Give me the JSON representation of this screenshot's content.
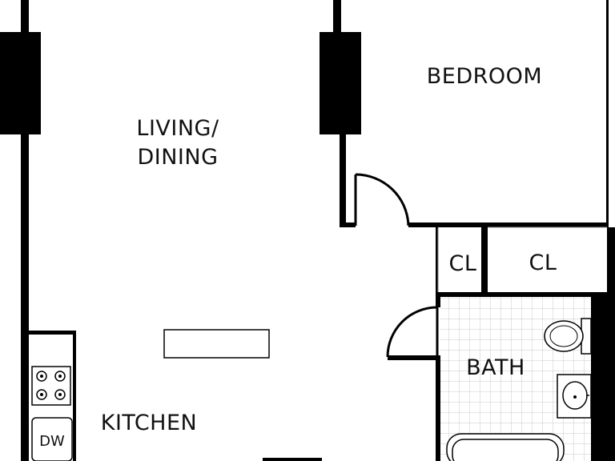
{
  "floorplan": {
    "rooms": {
      "living_line1": "LIVING/",
      "living_line2": "DINING",
      "bedroom": "BEDROOM",
      "closet_1": "CL",
      "closet_2": "CL",
      "bath": "BATH",
      "kitchen": "KITCHEN"
    },
    "appliances": {
      "dishwasher": "DW"
    },
    "colors": {
      "wall": "#000000",
      "background": "#ffffff",
      "tile": "#c8c8c8"
    }
  }
}
